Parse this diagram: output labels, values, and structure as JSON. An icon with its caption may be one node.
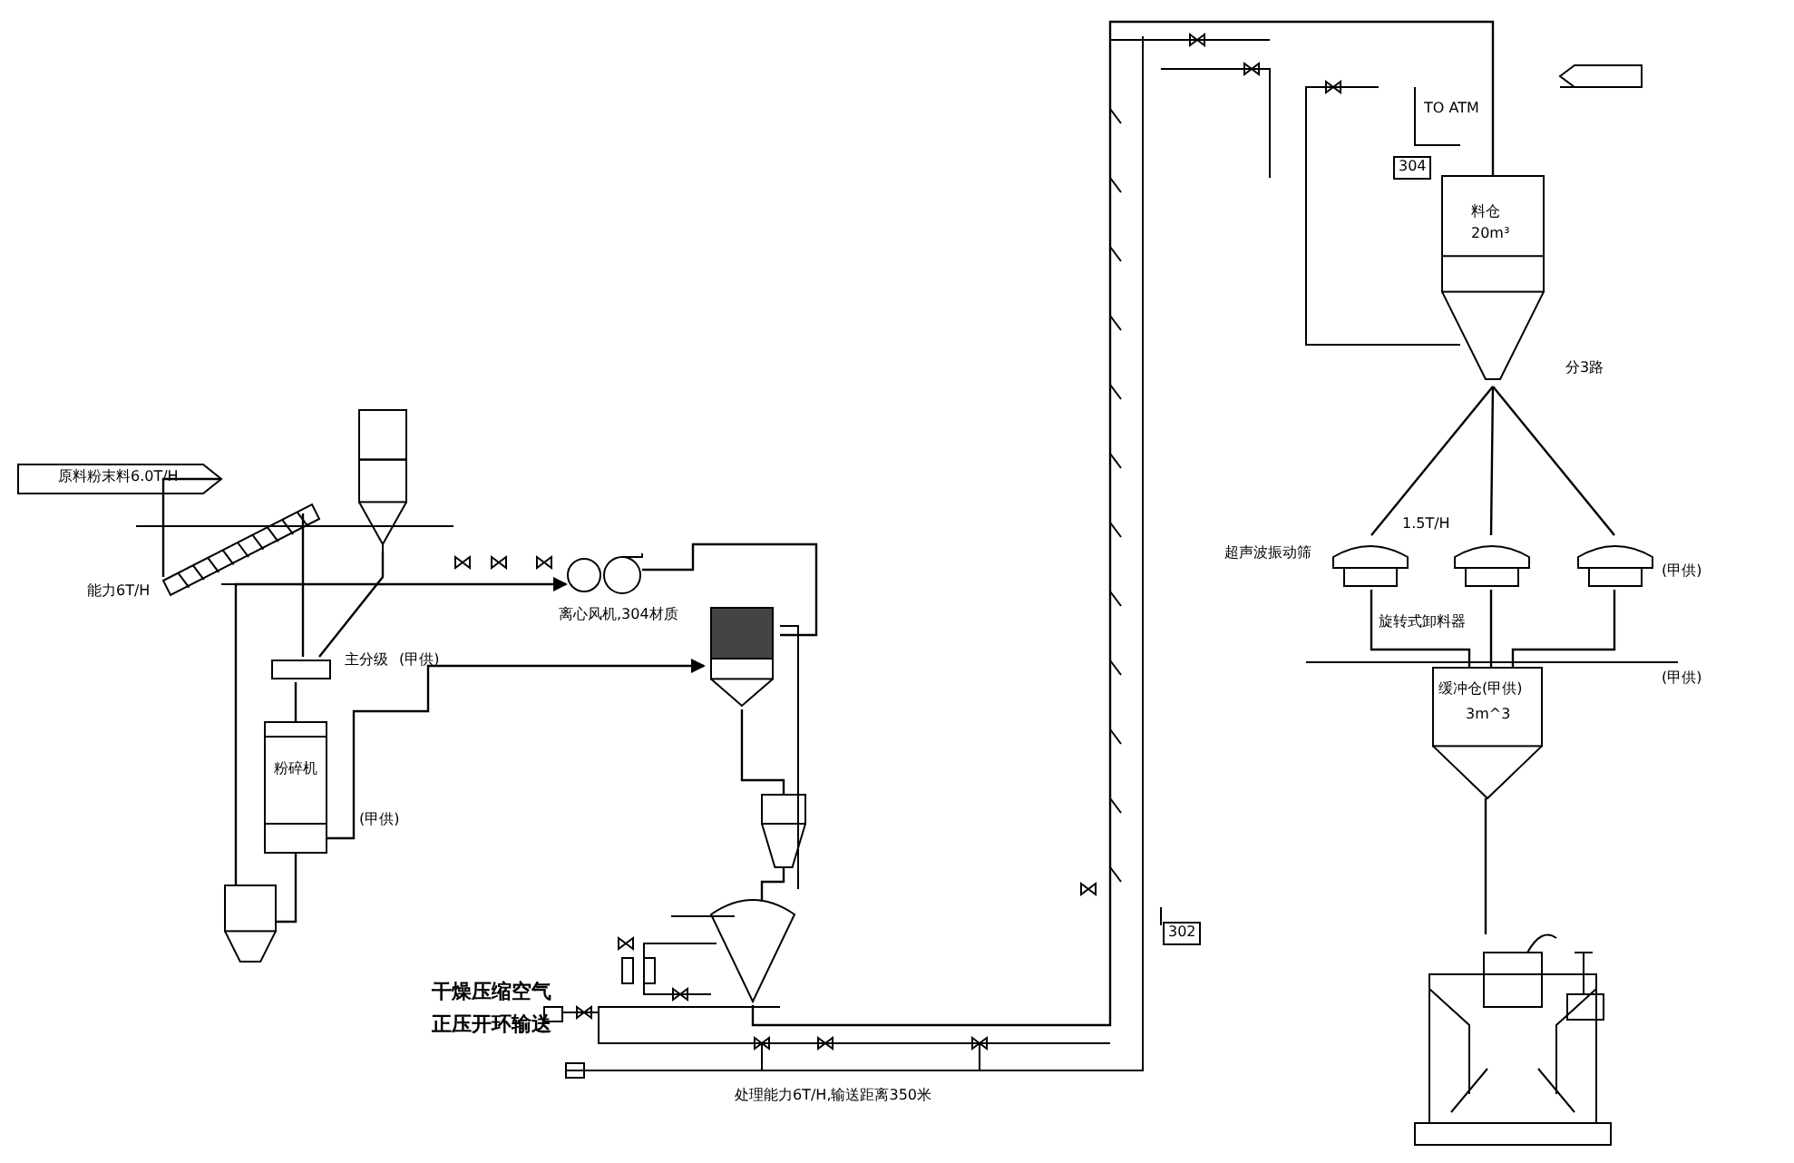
{
  "diagram": {
    "caption": "处理能力6T/H,输送距离350米",
    "nodes": [
      {
        "text": [
          "原料粉末料6.0T/H"
        ]
      },
      {
        "text": [],
        "shape": "bar",
        "beside": [
          "能力6T/H"
        ]
      },
      {
        "text": [],
        "shape": "box"
      },
      {
        "text": [
          "粉碎机"
        ],
        "beside": [
          "(甲供)"
        ]
      },
      {
        "text": [],
        "shape": "box",
        "beside": [
          "主分级",
          "(甲供)"
        ]
      },
      {
        "text": [],
        "shape": "picture",
        "beside": [
          "离心风机,304材质"
        ]
      },
      {
        "text": [],
        "shape": "box"
      },
      {
        "text": [],
        "shape": "box"
      },
      {
        "text": [],
        "shape": "cone"
      },
      {
        "text": [],
        "shape": "box"
      },
      {
        "text": [
          "料仓",
          "20m³"
        ],
        "beside": [
          "分3路"
        ]
      },
      {
        "text": [],
        "shape": "picture",
        "beside": [
          "超声波振动筛",
          "1.5T/H"
        ]
      },
      {
        "text": [],
        "shape": "picture"
      },
      {
        "text": [],
        "shape": "picture",
        "beside": [
          "(甲供)"
        ]
      },
      {
        "text": [
          "缓冲仓(甲供)",
          "3m^3"
        ]
      },
      {
        "text": [],
        "shape": "picture"
      }
    ],
    "edges": [
      {
        "from": 0,
        "to": 1,
        "arrow": "none"
      },
      {
        "from": 1,
        "to": 4,
        "arrow": "none"
      },
      {
        "from": 2,
        "to": 4,
        "arrow": "none"
      },
      {
        "from": 4,
        "to": 3,
        "arrow": "none"
      },
      {
        "from": 9,
        "to": 5,
        "arrow": "to"
      },
      {
        "from": 5,
        "to": 6,
        "arrow": "none"
      },
      {
        "from": 6,
        "to": 7,
        "arrow": "none"
      },
      {
        "from": 7,
        "to": 8,
        "arrow": "none"
      },
      {
        "from": 3,
        "to": 9,
        "arrow": "none"
      },
      {
        "from": 8,
        "to": 10,
        "arrow": "none"
      },
      {
        "from": 3,
        "to": 6,
        "arrow": "to"
      },
      {
        "from": 10,
        "to": 11,
        "arrow": "none"
      },
      {
        "from": 10,
        "to": 12,
        "arrow": "none"
      },
      {
        "from": 10,
        "to": 13,
        "arrow": "none"
      },
      {
        "from": 11,
        "to": 14,
        "arrow": "none"
      },
      {
        "from": 12,
        "to": 14,
        "arrow": "none"
      },
      {
        "from": 13,
        "to": 14,
        "arrow": "none"
      },
      {
        "from": 14,
        "to": 15,
        "arrow": "none"
      }
    ],
    "labels": [
      "TO ATM",
      "304",
      "干燥压缩空气",
      "正压开环输送",
      "302",
      "旋转式卸料器",
      "(甲供)"
    ]
  }
}
